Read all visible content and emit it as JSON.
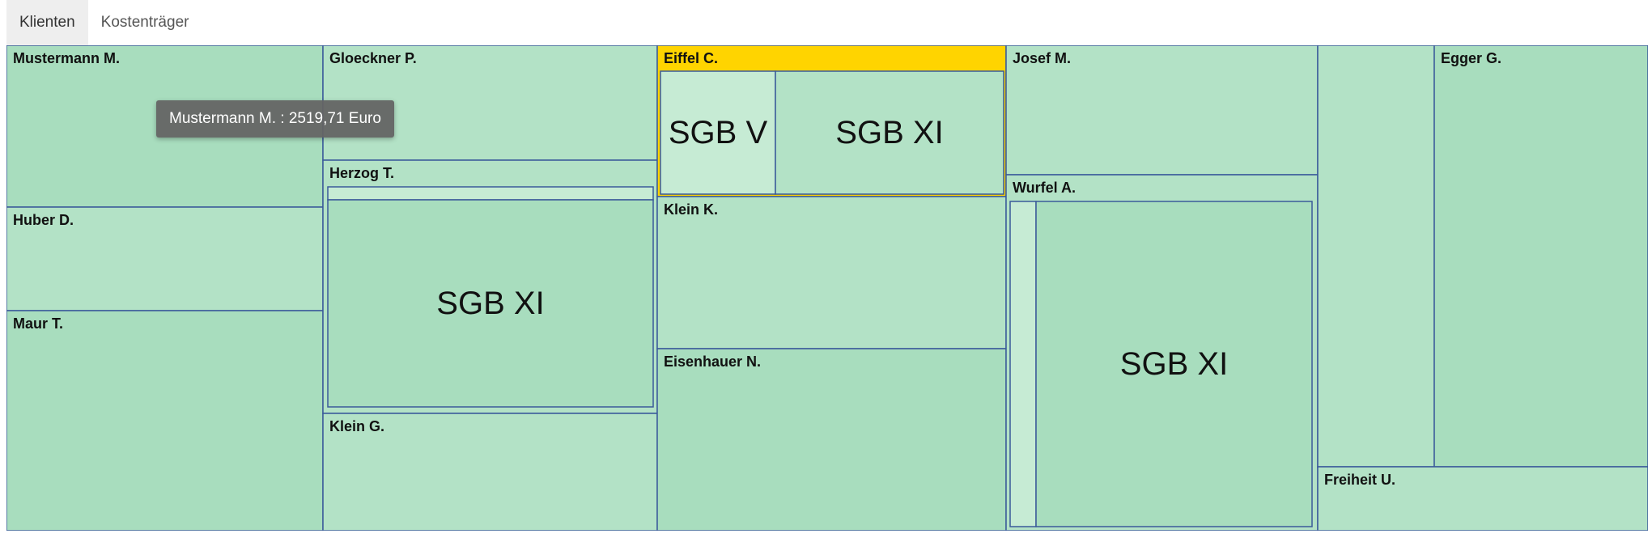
{
  "tabs": [
    {
      "label": "Klienten",
      "active": true
    },
    {
      "label": "Kostenträger",
      "active": false
    }
  ],
  "tooltip": {
    "text": "Mustermann M. : 2519,71 Euro"
  },
  "chart_data": {
    "type": "treemap",
    "value_unit": "Euro",
    "highlighted": "Eiffel C.",
    "colors": {
      "fill": "#b3e2c6",
      "fill_dark": "#a8ddbe",
      "fill_light": "#c6ebd4",
      "border": "#3a5a9a",
      "highlight": "#ffd400"
    },
    "nodes": [
      {
        "name": "Mustermann M.",
        "value": 2519.71
      },
      {
        "name": "Huber D."
      },
      {
        "name": "Maur T."
      },
      {
        "name": "Gloeckner P."
      },
      {
        "name": "Herzog T.",
        "children": [
          {
            "name": ""
          },
          {
            "name": "SGB XI"
          }
        ]
      },
      {
        "name": "Klein G."
      },
      {
        "name": "Eiffel C.",
        "children": [
          {
            "name": "SGB V"
          },
          {
            "name": "SGB XI"
          }
        ]
      },
      {
        "name": "Klein K."
      },
      {
        "name": "Eisenhauer N."
      },
      {
        "name": "Josef M."
      },
      {
        "name": "Wurfel A.",
        "children": [
          {
            "name": ""
          },
          {
            "name": "SGB XI"
          }
        ]
      },
      {
        "name": ""
      },
      {
        "name": "Egger G."
      },
      {
        "name": "Freiheit U."
      }
    ]
  }
}
